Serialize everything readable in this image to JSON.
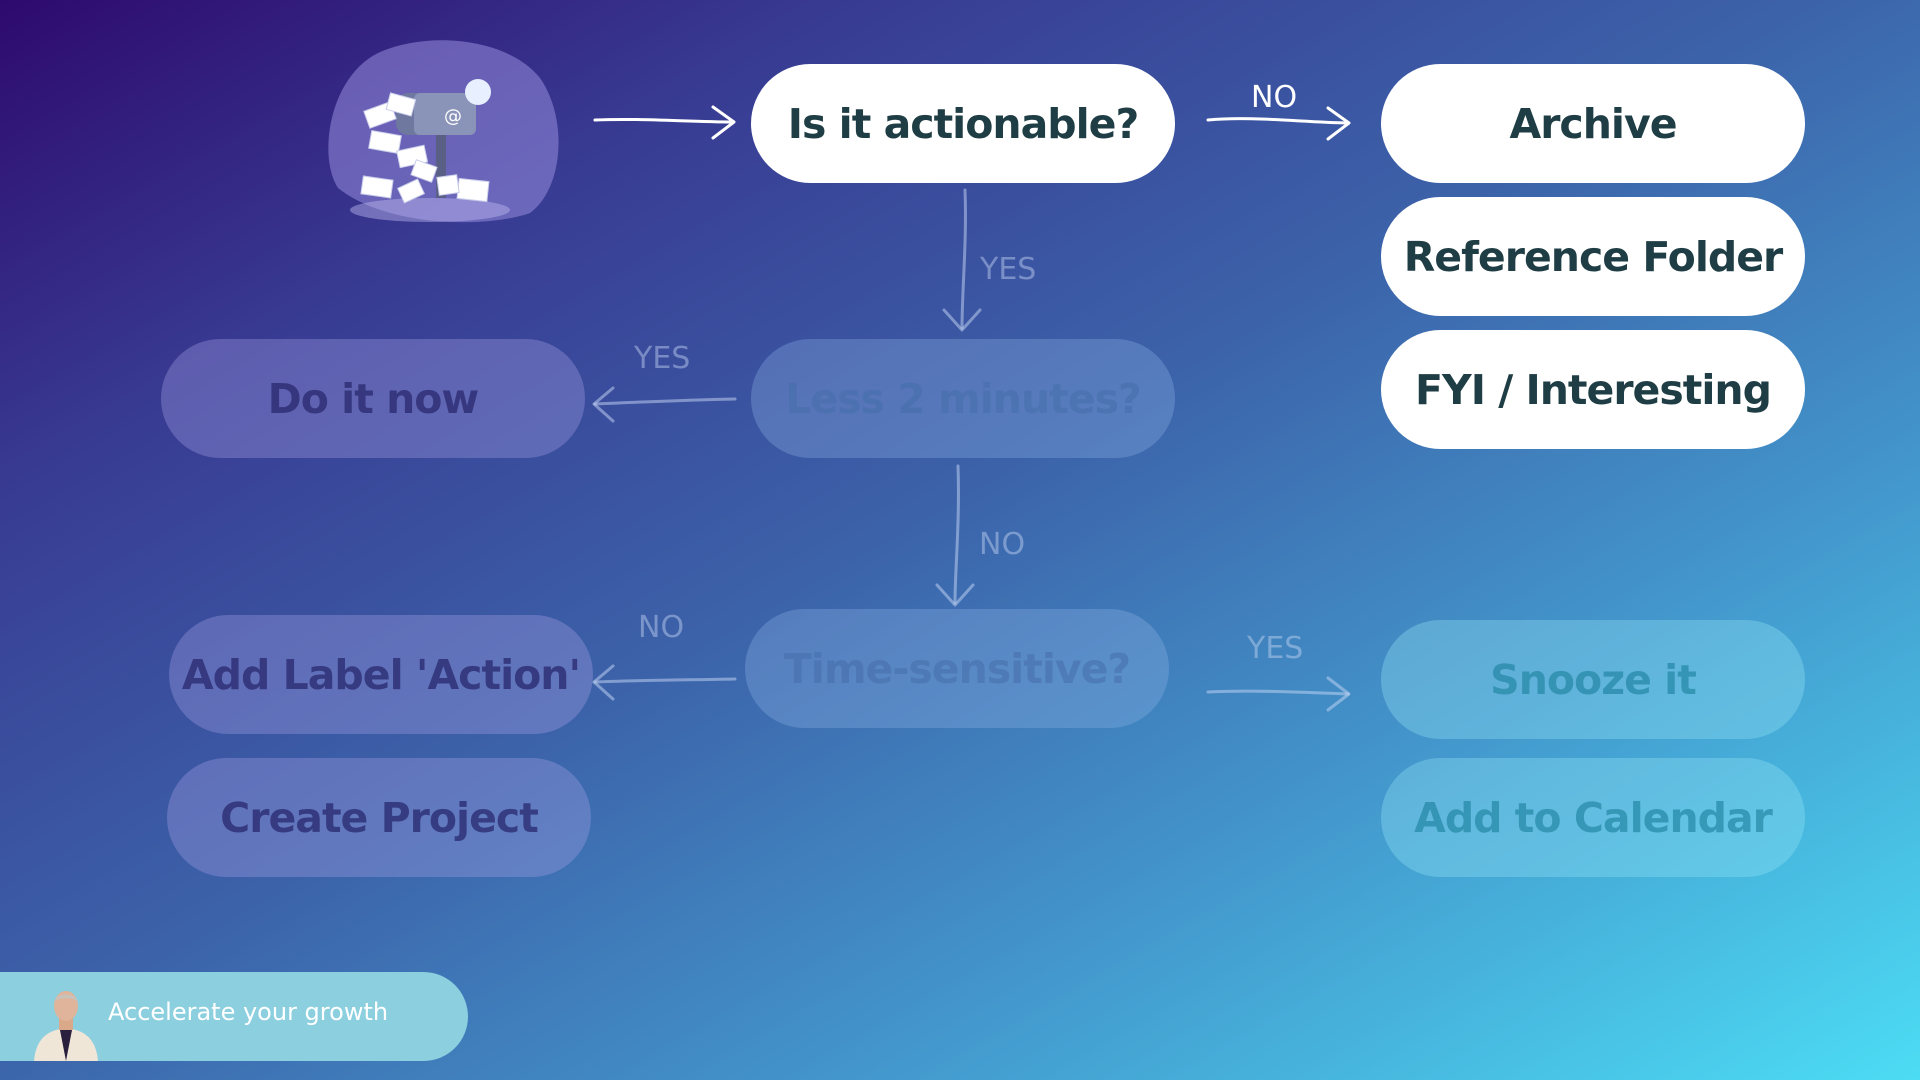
{
  "diagram": {
    "nodes": {
      "actionable": "Is it actionable?",
      "archive": "Archive",
      "reference": "Reference Folder",
      "fyi": "FYI / Interesting",
      "less2": "Less 2 minutes?",
      "do_now": "Do it now",
      "time_sensitive": "Time-sensitive?",
      "add_label": "Add Label 'Action'",
      "create_project": "Create Project",
      "snooze": "Snooze it",
      "calendar": "Add to Calendar"
    },
    "edges": {
      "actionable_no": "NO",
      "actionable_yes": "YES",
      "less2_yes": "YES",
      "less2_no": "NO",
      "time_no": "NO",
      "time_yes": "YES"
    },
    "illustration_icon": "mailbox-overflowing-icon",
    "mail_symbol": "@"
  },
  "footer": {
    "tagline": "Accelerate your growth",
    "avatar_icon": "presenter-avatar-icon"
  },
  "colors": {
    "active_node_bg": "#ffffff",
    "active_node_text": "#1f3d44",
    "gradient_start": "#2e0a6e",
    "gradient_end": "#4cdcf4",
    "footer_bg": "#8ccfdf"
  }
}
